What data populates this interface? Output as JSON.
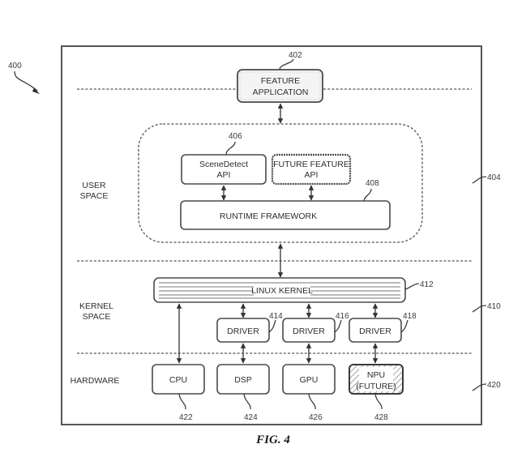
{
  "figure": {
    "caption": "FIG. 4",
    "ref": "400"
  },
  "layers": {
    "user_space": {
      "label_line1": "USER",
      "label_line2": "SPACE",
      "ref": "404"
    },
    "kernel_space": {
      "label_line1": "KERNEL",
      "label_line2": "SPACE",
      "ref": "410"
    },
    "hardware": {
      "label": "HARDWARE",
      "ref": "420"
    }
  },
  "feature_application": {
    "line1": "FEATURE",
    "line2": "APPLICATION",
    "ref": "402"
  },
  "scenedetect_api": {
    "line1": "SceneDetect",
    "line2": "API",
    "ref": "406"
  },
  "future_feature_api": {
    "line1": "FUTURE FEATURE",
    "line2": "API"
  },
  "runtime_framework": {
    "label": "RUNTIME FRAMEWORK",
    "ref": "408"
  },
  "linux_kernel": {
    "label": "LINUX KERNEL",
    "ref": "412"
  },
  "drivers": [
    {
      "label": "DRIVER",
      "ref": "414"
    },
    {
      "label": "DRIVER",
      "ref": "416"
    },
    {
      "label": "DRIVER",
      "ref": "418"
    }
  ],
  "hardware_units": [
    {
      "line1": "CPU",
      "line2": "",
      "ref": "422"
    },
    {
      "line1": "DSP",
      "line2": "",
      "ref": "424"
    },
    {
      "line1": "GPU",
      "line2": "",
      "ref": "426"
    },
    {
      "line1": "NPU",
      "line2": "(FUTURE)",
      "ref": "428"
    }
  ]
}
